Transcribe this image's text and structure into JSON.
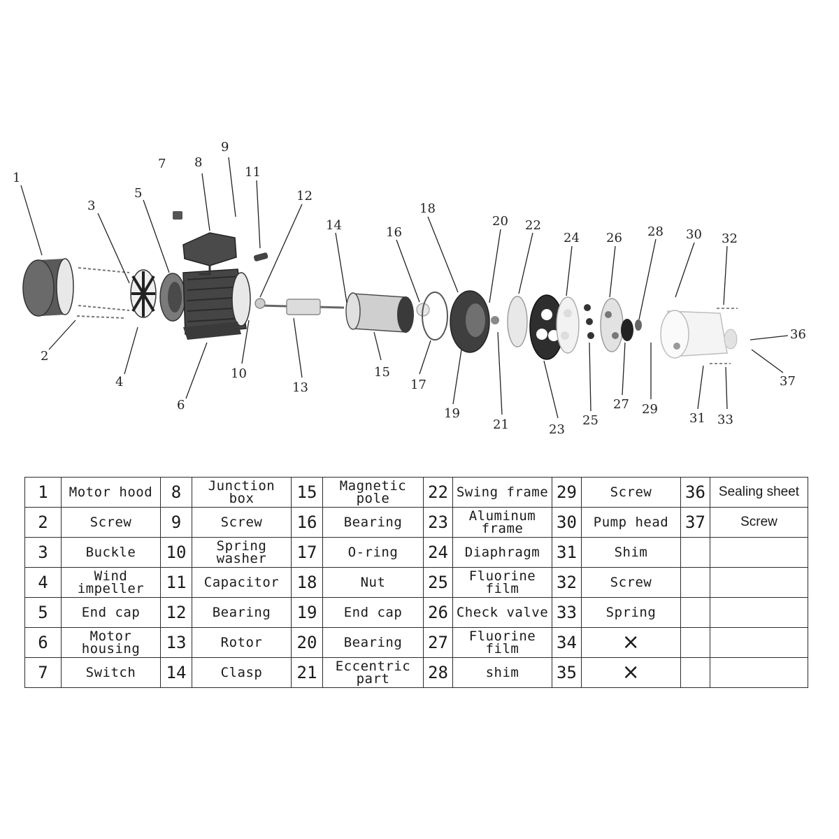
{
  "colors": {
    "ink": "#1a1a1a",
    "part_dark": "#3a3a3a",
    "part_mid": "#8a8a8a",
    "part_light": "#d8d8d8"
  },
  "callouts": [
    "1",
    "2",
    "3",
    "4",
    "5",
    "6",
    "7",
    "8",
    "9",
    "10",
    "11",
    "12",
    "13",
    "14",
    "15",
    "16",
    "17",
    "18",
    "19",
    "20",
    "21",
    "22",
    "23",
    "24",
    "25",
    "26",
    "27",
    "28",
    "29",
    "30",
    "31",
    "32",
    "33",
    "36",
    "37"
  ],
  "parts": [
    {
      "no": "1",
      "name": "Motor hood"
    },
    {
      "no": "2",
      "name": "Screw"
    },
    {
      "no": "3",
      "name": "Buckle"
    },
    {
      "no": "4",
      "name": "Wind impeller"
    },
    {
      "no": "5",
      "name": "End cap"
    },
    {
      "no": "6",
      "name": "Motor housing"
    },
    {
      "no": "7",
      "name": "Switch"
    },
    {
      "no": "8",
      "name": "Junction box"
    },
    {
      "no": "9",
      "name": "Screw"
    },
    {
      "no": "10",
      "name": "Spring washer"
    },
    {
      "no": "11",
      "name": "Capacitor"
    },
    {
      "no": "12",
      "name": "Bearing"
    },
    {
      "no": "13",
      "name": "Rotor"
    },
    {
      "no": "14",
      "name": "Clasp"
    },
    {
      "no": "15",
      "name": "Magnetic pole"
    },
    {
      "no": "16",
      "name": "Bearing"
    },
    {
      "no": "17",
      "name": "O-ring"
    },
    {
      "no": "18",
      "name": "Nut"
    },
    {
      "no": "19",
      "name": "End cap"
    },
    {
      "no": "20",
      "name": "Bearing"
    },
    {
      "no": "21",
      "name": "Eccentric part"
    },
    {
      "no": "22",
      "name": "Swing frame"
    },
    {
      "no": "23",
      "name": "Aluminum frame"
    },
    {
      "no": "24",
      "name": "Diaphragm"
    },
    {
      "no": "25",
      "name": "Fluorine film"
    },
    {
      "no": "26",
      "name": "Check valve"
    },
    {
      "no": "27",
      "name": "Fluorine film"
    },
    {
      "no": "28",
      "name": "shim"
    },
    {
      "no": "29",
      "name": "Screw"
    },
    {
      "no": "30",
      "name": "Pump head"
    },
    {
      "no": "31",
      "name": "Shim"
    },
    {
      "no": "32",
      "name": "Screw"
    },
    {
      "no": "33",
      "name": "Spring"
    },
    {
      "no": "34",
      "name": "×"
    },
    {
      "no": "35",
      "name": "×"
    },
    {
      "no": "36",
      "name": "Sealing sheet"
    },
    {
      "no": "37",
      "name": "Screw"
    },
    {
      "no": "",
      "name": ""
    },
    {
      "no": "",
      "name": ""
    },
    {
      "no": "",
      "name": ""
    },
    {
      "no": "",
      "name": ""
    },
    {
      "no": "",
      "name": ""
    }
  ]
}
